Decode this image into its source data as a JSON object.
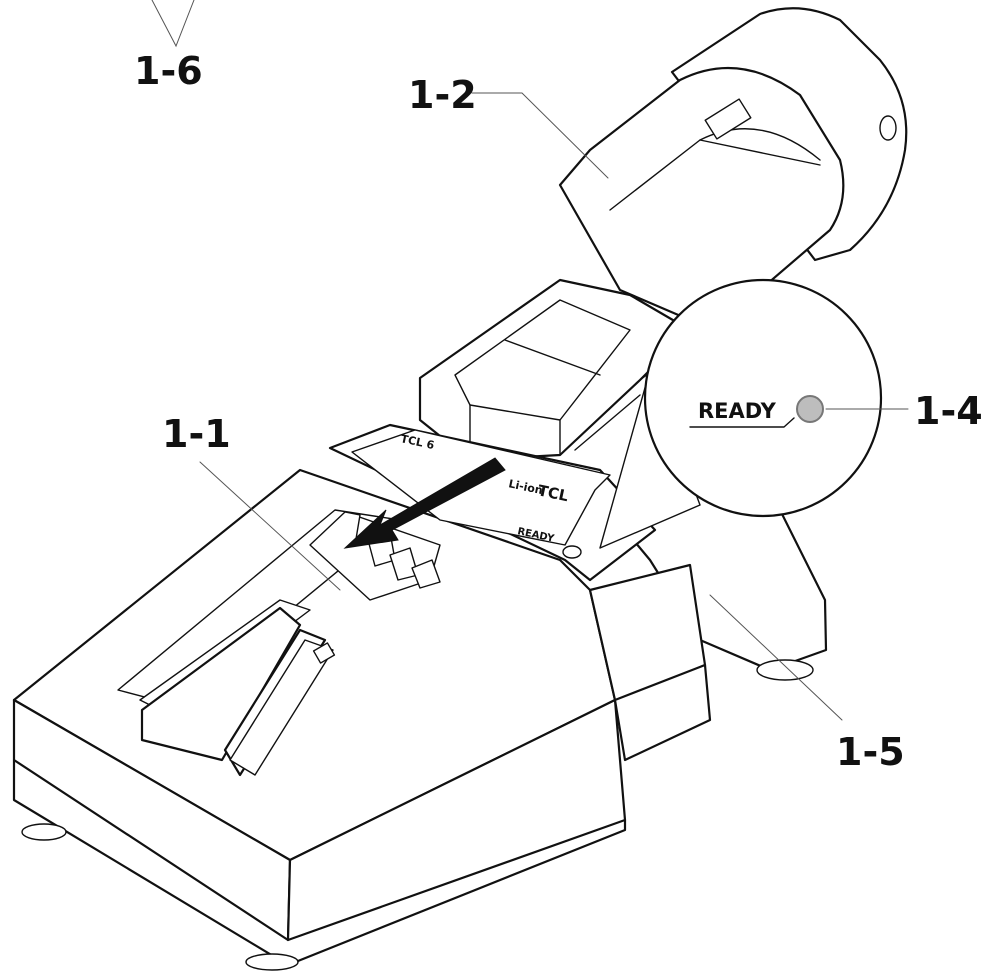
{
  "callouts": {
    "c1_1": "1-1",
    "c1_2": "1-2",
    "c1_4": "1-4",
    "c1_5": "1-5",
    "c1_6": "1-6"
  },
  "device_markings": {
    "model": "TCL 6",
    "chemistry": "Li-ion",
    "brand": "TCL",
    "indicator": "READY"
  },
  "magnified_view": {
    "indicator_label": "READY",
    "indicator_color": "#bdbdbd"
  }
}
